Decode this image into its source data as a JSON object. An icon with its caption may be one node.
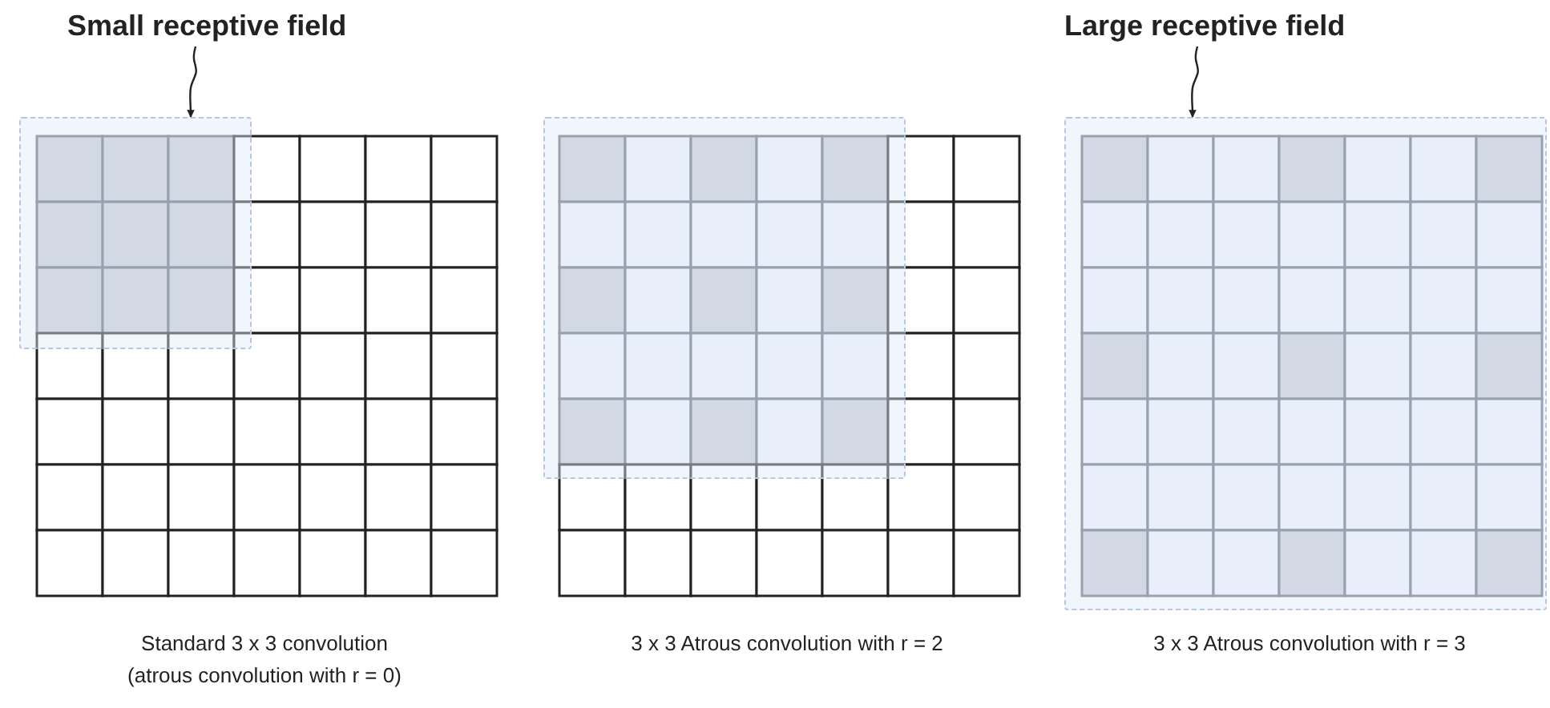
{
  "diagram": {
    "nodes": [
      {
        "text": [
          "Small receptive field"
        ]
      },
      {
        "text": [],
        "shape": "box"
      },
      {
        "text": [],
        "shape": "box"
      },
      {
        "text": [
          "Large receptive field"
        ]
      },
      {
        "text": [],
        "shape": "box"
      }
    ],
    "edges": [
      {
        "from": 0,
        "to": 1,
        "arrow": "to"
      },
      {
        "from": 3,
        "to": 4,
        "arrow": "to"
      }
    ],
    "labels": [
      "Standard 3 x 3 convolution (atrous convolution with r = 0)",
      "3 x 3 Atrous convolution with r = 2",
      "3 x 3 Atrous convolution with r = 3"
    ]
  }
}
